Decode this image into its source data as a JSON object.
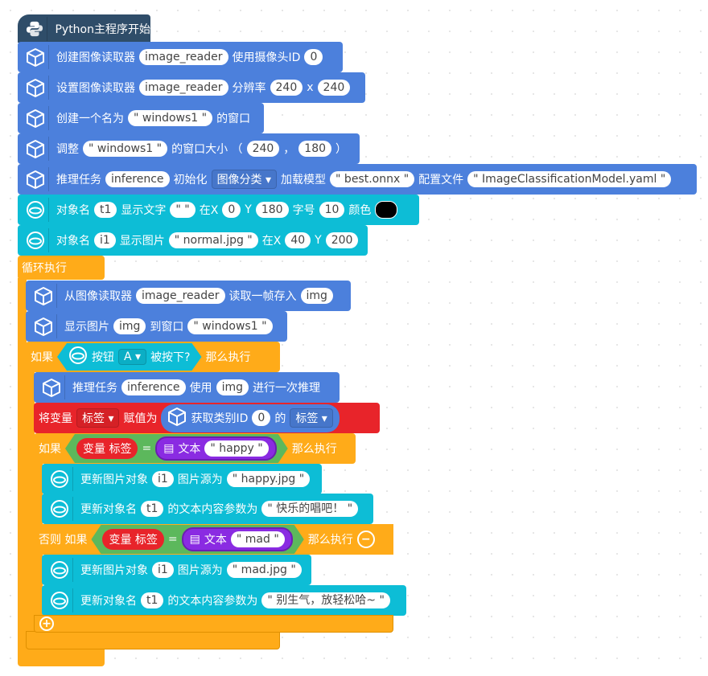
{
  "hat": {
    "label": "Python主程序开始"
  },
  "b1": {
    "a": "创建图像读取器",
    "v1": "image_reader",
    "b": "使用摄像头ID",
    "v2": "0"
  },
  "b2": {
    "a": "设置图像读取器",
    "v1": "image_reader",
    "b": "分辨率",
    "v2": "240",
    "x": "x",
    "v3": "240"
  },
  "b3": {
    "a": "创建一个名为",
    "v1": "\" windows1 \"",
    "b": "的窗口"
  },
  "b4": {
    "a": "调整",
    "v1": "\" windows1 \"",
    "b": "的窗口大小 （",
    "v2": "240",
    "c": "，",
    "v3": "180",
    "d": "）"
  },
  "b5": {
    "a": "推理任务",
    "v1": "inference",
    "b": "初始化",
    "dd": "图像分类",
    "c": "加载模型",
    "v2": "\" best.onnx \"",
    "d": "配置文件",
    "v3": "\" ImageClassificationModel.yaml \""
  },
  "b6": {
    "a": "对象名",
    "v1": "t1",
    "b": "显示文字",
    "v2": "\"  \"",
    "c": "在X",
    "v3": "0",
    "d": "Y",
    "v4": "180",
    "e": "字号",
    "v5": "10",
    "f": "颜色",
    "color": "#000000"
  },
  "b7": {
    "a": "对象名",
    "v1": "i1",
    "b": "显示图片",
    "v2": "\" normal.jpg \"",
    "c": "在X",
    "v3": "40",
    "d": "Y",
    "v4": "200"
  },
  "loop": {
    "label": "循环执行"
  },
  "b8": {
    "a": "从图像读取器",
    "v1": "image_reader",
    "b": "读取一帧存入",
    "v2": "img"
  },
  "b9": {
    "a": "显示图片",
    "v1": "img",
    "b": "到窗口",
    "v2": "\" windows1 \""
  },
  "if1": {
    "a": "如果",
    "btn": "按钮",
    "dd": "A",
    "b": "被按下?",
    "c": "那么执行"
  },
  "b10": {
    "a": "推理任务",
    "v1": "inference",
    "b": "使用",
    "v2": "img",
    "c": "进行一次推理"
  },
  "set": {
    "a": "将变量",
    "dd": "标签",
    "b": "赋值为",
    "c": "获取类别ID",
    "v1": "0",
    "d": "的",
    "dd2": "标签"
  },
  "if2": {
    "a": "如果",
    "var": "变量 标签",
    "eq": "=",
    "txt": "文本",
    "v": "\" happy \"",
    "c": "那么执行"
  },
  "b11": {
    "a": "更新图片对象",
    "v1": "i1",
    "b": "图片源为",
    "v2": "\" happy.jpg \""
  },
  "b12": {
    "a": "更新对象名",
    "v1": "t1",
    "b": "的文本内容参数为",
    "v2": "\" 快乐的唱吧！ \""
  },
  "elif": {
    "a": "否则 如果",
    "var": "变量 标签",
    "eq": "=",
    "txt": "文本",
    "v": "\" mad \"",
    "c": "那么执行"
  },
  "b13": {
    "a": "更新图片对象",
    "v1": "i1",
    "b": "图片源为",
    "v2": "\" mad.jpg \""
  },
  "b14": {
    "a": "更新对象名",
    "v1": "t1",
    "b": "的文本内容参数为",
    "v2": "\" 别生气，放轻松哈~ \""
  }
}
